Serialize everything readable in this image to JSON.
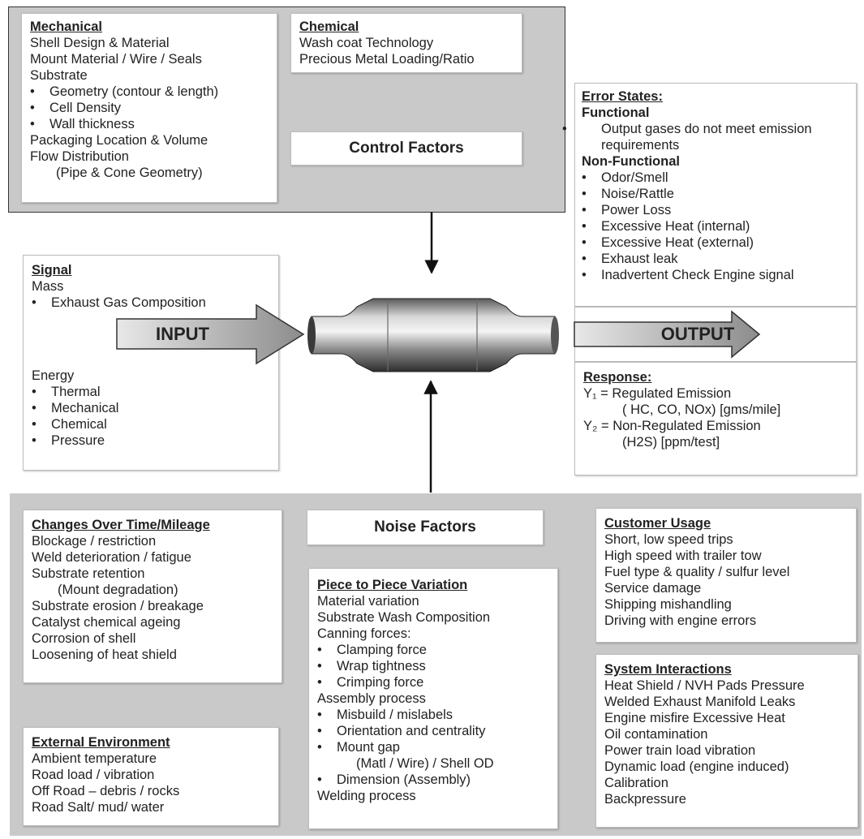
{
  "control": {
    "title": "Control Factors",
    "mechanical": {
      "title": "Mechanical",
      "lines": [
        "Shell Design & Material",
        "Mount Material / Wire / Seals",
        "Substrate"
      ],
      "bullets": [
        "Geometry (contour & length)",
        "Cell Density",
        "Wall thickness"
      ],
      "tail": [
        "Packaging Location & Volume",
        "Flow Distribution"
      ],
      "indent": "(Pipe & Cone Geometry)"
    },
    "chemical": {
      "title": "Chemical",
      "lines": [
        "Wash coat Technology",
        "Precious Metal Loading/Ratio"
      ]
    }
  },
  "signal": {
    "title": "Signal",
    "mass": "Mass",
    "mass_bullets": [
      "Exhaust Gas Composition"
    ],
    "energy": "Energy",
    "energy_bullets": [
      "Thermal",
      "Mechanical",
      "Chemical",
      "Pressure"
    ]
  },
  "input_label": "INPUT",
  "output_label": "OUTPUT",
  "error_states": {
    "title": "Error States:",
    "functional": "Functional",
    "functional_bullets": [
      "Output gases do not meet emission requirements"
    ],
    "nonfunctional": "Non-Functional",
    "nonfunctional_bullets": [
      "Odor/Smell",
      "Noise/Rattle",
      "Power Loss",
      "Excessive Heat (internal)",
      "Excessive Heat (external)",
      "Exhaust leak",
      "Inadvertent Check Engine signal"
    ]
  },
  "response": {
    "title": "Response:",
    "y1": "Y₁ = Regulated Emission",
    "y1_detail": "( HC, CO, NOx) [gms/mile]",
    "y2": "Y₂ = Non-Regulated Emission",
    "y2_detail": "(H2S) [ppm/test]"
  },
  "noise": {
    "title": "Noise Factors",
    "changes": {
      "title": "Changes Over Time/Mileage",
      "lines": [
        "Blockage / restriction",
        "Weld deterioration / fatigue",
        "Substrate retention",
        "(Mount degradation)",
        "Substrate erosion / breakage",
        "Catalyst chemical ageing",
        "Corrosion of shell",
        "Loosening of heat shield"
      ]
    },
    "external": {
      "title": "External Environment",
      "lines": [
        "Ambient temperature",
        "Road load / vibration",
        "Off Road – debris / rocks",
        "Road Salt/ mud/ water"
      ]
    },
    "piece": {
      "title": "Piece to Piece Variation",
      "lines1": [
        "Material variation",
        "Substrate Wash Composition",
        "Canning forces:"
      ],
      "bullets1": [
        "Clamping force",
        "Wrap tightness",
        "Crimping force"
      ],
      "assembly": "Assembly process",
      "bullets2": [
        "Misbuild / mislabels",
        "Orientation and centrality",
        "Mount gap"
      ],
      "mount_detail": "(Matl / Wire) / Shell OD",
      "bullets3": [
        "Dimension (Assembly)"
      ],
      "welding": "Welding process"
    },
    "customer": {
      "title": "Customer Usage",
      "lines": [
        "Short, low speed trips",
        "High speed with trailer tow",
        "Fuel type & quality / sulfur level",
        "Service damage",
        "Shipping mishandling",
        "Driving with engine errors"
      ]
    },
    "system": {
      "title": "System Interactions",
      "lines": [
        "Heat Shield / NVH Pads Pressure",
        "Welded Exhaust Manifold Leaks",
        "Engine misfire  Excessive Heat",
        "Oil contamination",
        "Power train load  vibration",
        "Dynamic load (engine induced)",
        "Calibration",
        "Backpressure"
      ]
    }
  },
  "colors": {
    "panel": "#c9c9c9",
    "arrow_fill": "#a8a8a8",
    "arrow_stroke": "#333333"
  }
}
